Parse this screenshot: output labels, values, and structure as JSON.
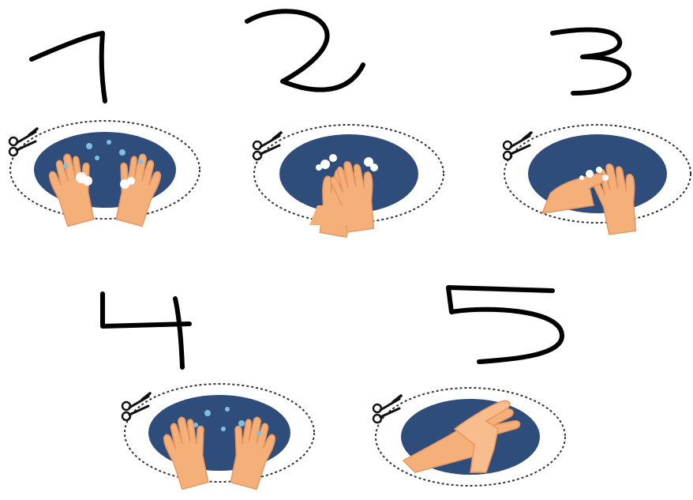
{
  "step_numbers": [
    "1",
    "2",
    "3",
    "4",
    "5"
  ],
  "steps": [
    {
      "number": "1",
      "icon": "wet-hands-icon"
    },
    {
      "number": "2",
      "icon": "rub-palms-icon"
    },
    {
      "number": "3",
      "icon": "rub-back-of-hands-icon"
    },
    {
      "number": "4",
      "icon": "rinse-hands-icon"
    },
    {
      "number": "5",
      "icon": "dry-hands-icon"
    }
  ],
  "colors": {
    "background": "#ffffff",
    "ink": "#000000",
    "card_fill": "#2f4d7a",
    "skin": "#f5b07a",
    "skin_shadow": "#e79560",
    "water": "#7fc0de",
    "foam": "#ffffff",
    "cut_line": "#333333"
  }
}
